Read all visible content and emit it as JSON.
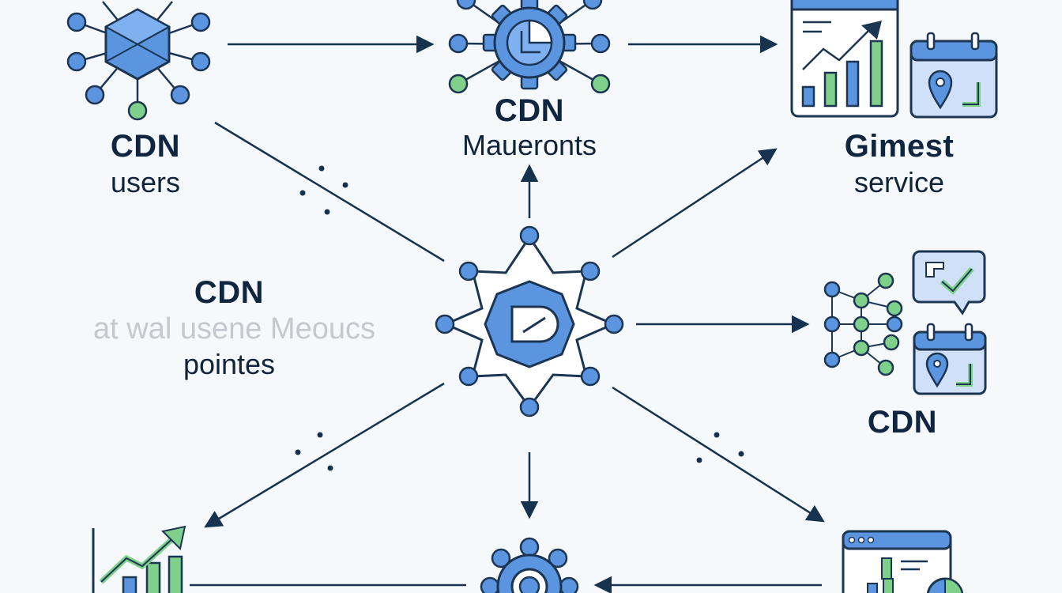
{
  "nodes": {
    "users": {
      "title": "CDN",
      "subtitle": "users"
    },
    "top_center": {
      "title": "CDN",
      "subtitle": "Maueronts"
    },
    "top_right": {
      "title": "Gimest",
      "subtitle": "service"
    },
    "left_mid": {
      "title": "CDN",
      "overlay": "at wal usene Meoucs",
      "subtitle": "pointes"
    },
    "right_mid": {
      "title": "CDN"
    }
  },
  "colors": {
    "line": "#16324f",
    "blue": "#5b95e0",
    "blue_light": "#7fb0ef",
    "green": "#7fd08a",
    "outline": "#1c3553"
  }
}
